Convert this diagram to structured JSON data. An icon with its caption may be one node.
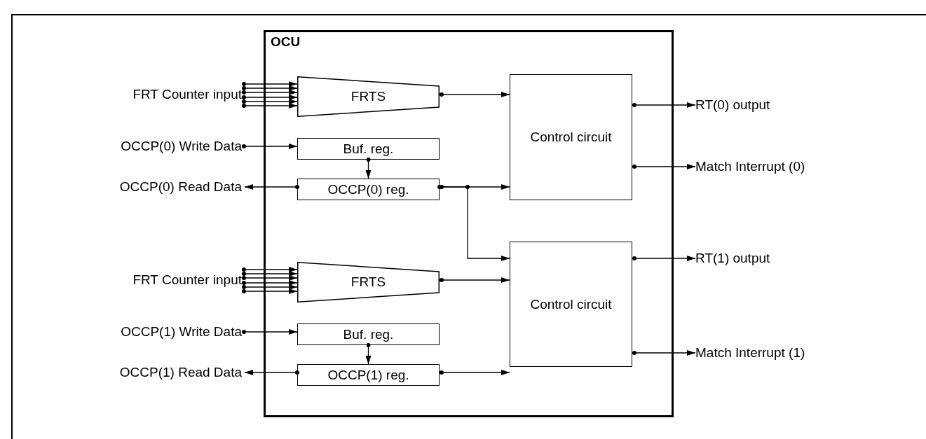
{
  "diagram": {
    "nodes": [
      {
        "text": [
          "OCU"
        ]
      },
      {
        "text": [
          "FRT Counter input"
        ]
      },
      {
        "text": [
          "OCCP(0) Write Data"
        ]
      },
      {
        "text": [
          "OCCP(0) Read Data"
        ]
      },
      {
        "text": [
          "FRTS"
        ],
        "in": 0
      },
      {
        "text": [
          "Buf. reg."
        ],
        "in": 0
      },
      {
        "text": [
          "OCCP(0) reg."
        ],
        "in": 0
      },
      {
        "text": [
          "Control circuit"
        ],
        "in": 0
      },
      {
        "text": [
          "RT(0) output"
        ]
      },
      {
        "text": [
          "Match Interrupt (0)"
        ]
      },
      {
        "text": [
          "FRT Counter input"
        ]
      },
      {
        "text": [
          "OCCP(1) Write Data"
        ]
      },
      {
        "text": [
          "OCCP(1) Read Data"
        ]
      },
      {
        "text": [
          "FRTS"
        ],
        "in": 0
      },
      {
        "text": [
          "Buf. reg."
        ],
        "in": 0
      },
      {
        "text": [
          "OCCP(1) reg."
        ],
        "in": 0
      },
      {
        "text": [
          "Control circuit"
        ],
        "in": 0
      },
      {
        "text": [
          "RT(1) output"
        ]
      },
      {
        "text": [
          "Match Interrupt (1)"
        ]
      }
    ],
    "edges": [
      {
        "from": 1,
        "to": 4,
        "arrow": "to"
      },
      {
        "from": 1,
        "to": 4,
        "arrow": "to"
      },
      {
        "from": 1,
        "to": 4,
        "arrow": "to"
      },
      {
        "from": 1,
        "to": 4,
        "arrow": "to"
      },
      {
        "from": 1,
        "to": 4,
        "arrow": "to"
      },
      {
        "from": 1,
        "to": 4,
        "arrow": "to"
      },
      {
        "from": 2,
        "to": 5,
        "arrow": "to"
      },
      {
        "from": 5,
        "to": 6,
        "arrow": "to"
      },
      {
        "from": 6,
        "to": 3,
        "arrow": "to"
      },
      {
        "from": 4,
        "to": 7,
        "arrow": "to"
      },
      {
        "from": 6,
        "to": 7,
        "arrow": "to"
      },
      {
        "from": 6,
        "to": 16,
        "arrow": "to"
      },
      {
        "from": 7,
        "to": 8,
        "arrow": "to"
      },
      {
        "from": 7,
        "to": 9,
        "arrow": "to"
      },
      {
        "from": 10,
        "to": 13,
        "arrow": "to"
      },
      {
        "from": 10,
        "to": 13,
        "arrow": "to"
      },
      {
        "from": 10,
        "to": 13,
        "arrow": "to"
      },
      {
        "from": 10,
        "to": 13,
        "arrow": "to"
      },
      {
        "from": 10,
        "to": 13,
        "arrow": "to"
      },
      {
        "from": 10,
        "to": 13,
        "arrow": "to"
      },
      {
        "from": 11,
        "to": 14,
        "arrow": "to"
      },
      {
        "from": 14,
        "to": 15,
        "arrow": "to"
      },
      {
        "from": 15,
        "to": 12,
        "arrow": "to"
      },
      {
        "from": 13,
        "to": 16,
        "arrow": "to"
      },
      {
        "from": 15,
        "to": 16,
        "arrow": "to"
      },
      {
        "from": 16,
        "to": 17,
        "arrow": "to"
      },
      {
        "from": 16,
        "to": 18,
        "arrow": "to"
      }
    ]
  }
}
